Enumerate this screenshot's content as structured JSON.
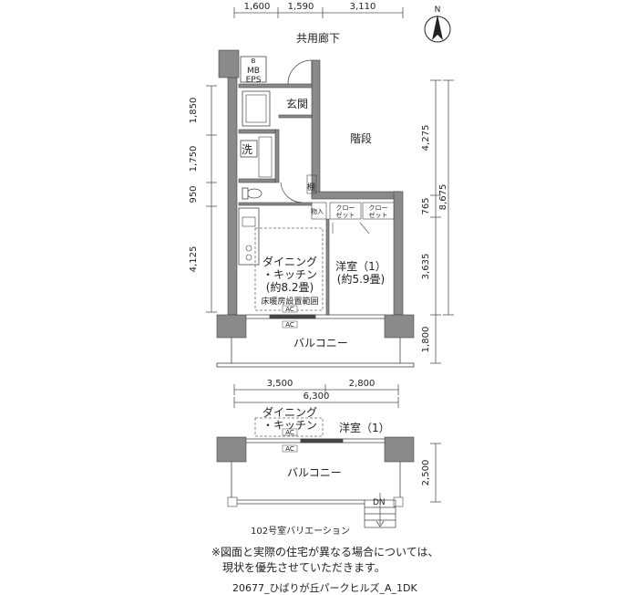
{
  "top_dims": [
    "1,600",
    "1,590",
    "3,110"
  ],
  "north": "N",
  "corridor": "共用廊下",
  "mb_b": "B",
  "mb": "MB",
  "eps": "EPS",
  "entrance": "玄関",
  "stairs": "階段",
  "wash": "洗",
  "shelf": "棚",
  "storage": "物入",
  "closet1": [
    "クロー",
    "ゼット"
  ],
  "closet2": [
    "クロー",
    "ゼット"
  ],
  "dining": [
    "ダイニング",
    "・キッチン",
    "(約8.2畳)"
  ],
  "floor_heating": "床暖房設置範囲",
  "ac": "AC",
  "western": [
    "洋室（1）",
    "(約5.9畳)"
  ],
  "balcony": "バルコニー",
  "left_dims": [
    "1,850",
    "1,750",
    "950",
    "4,125"
  ],
  "right_dims": [
    "4,275",
    "765",
    "8,675",
    "3,635",
    "1,800"
  ],
  "bottom_dims": [
    "3,500",
    "2,800",
    "6,300"
  ],
  "var_dining": [
    "ダイニング",
    "・キッチン"
  ],
  "var_western": "洋室（1）",
  "var_balcony": "バルコニー",
  "var_dim": "2,500",
  "dn": "DN",
  "variation_title": "102号室バリエーション",
  "note_lines": [
    "※図面と実際の住宅が異なる場合については、",
    "現状を優先させていただきます。"
  ],
  "caption": "20677_ひばりが丘パークヒルズ_A_1DK"
}
